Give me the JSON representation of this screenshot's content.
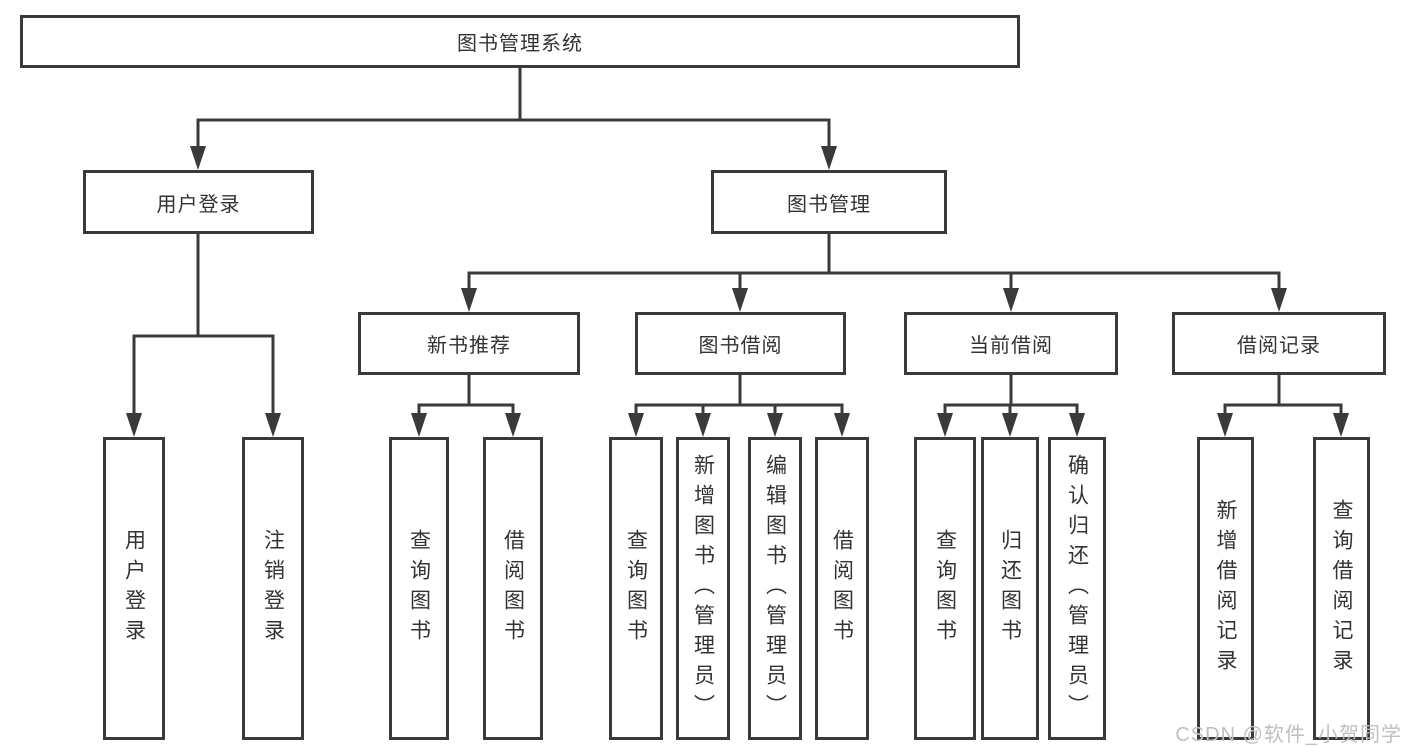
{
  "diagram": {
    "root_label": "图书管理系统",
    "level2": {
      "user_login": "用户登录",
      "book_management": "图书管理"
    },
    "level3": {
      "new_books": "新书推荐",
      "book_borrowing": "图书借阅",
      "current_borrowing": "当前借阅",
      "borrowing_records": "借阅记录"
    },
    "leaves": {
      "user_login": [
        "用户登录",
        "注销登录"
      ],
      "new_books": [
        "查询图书",
        "借阅图书"
      ],
      "book_borrowing": [
        "查询图书",
        "新增图书（管理员）",
        "编辑图书（管理员）",
        "借阅图书"
      ],
      "current_borrowing": [
        "查询图书",
        "归还图书",
        "确认归还（管理员）"
      ],
      "borrowing_records": [
        "新增借阅记录",
        "查询借阅记录"
      ]
    }
  },
  "watermark": "CSDN @软件_小贺同学",
  "colors": {
    "line": "#3a3a3a",
    "text": "#333333",
    "background": "#ffffff",
    "watermark": "#bfbfc3"
  }
}
